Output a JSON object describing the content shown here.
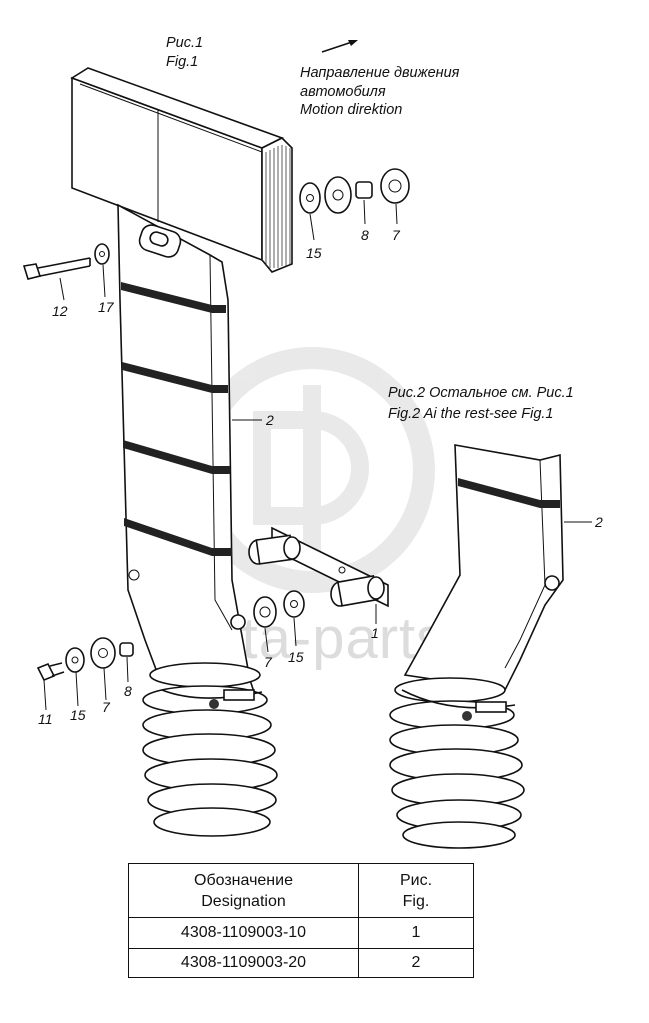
{
  "fig1": {
    "title_ru": "Рис.1",
    "title_en": "Fig.1"
  },
  "motion": {
    "ru_line1": "Направление движения",
    "ru_line2": "автомобиля",
    "en": "Motion direktion"
  },
  "fig2": {
    "caption_ru": "Рис.2 Остальное см. Рис.1",
    "caption_en": "Fig.2 Ai the rest-see Fig.1"
  },
  "watermark": "data-parts",
  "callouts": {
    "c15_top": "15",
    "c8_top": "8",
    "c7_top": "7",
    "c12": "12",
    "c17": "17",
    "c2_fig1": "2",
    "c7_mid": "7",
    "c15_mid": "15",
    "c1": "1",
    "c11": "11",
    "c15_bot": "15",
    "c7_bot": "7",
    "c8_bot": "8",
    "c2_fig2": "2"
  },
  "table": {
    "header": {
      "designation_ru": "Обозначение",
      "designation_en": "Designation",
      "fig_ru": "Рис.",
      "fig_en": "Fig."
    },
    "rows": [
      {
        "designation": "4308-1109003-10",
        "fig": "1"
      },
      {
        "designation": "4308-1109003-20",
        "fig": "2"
      }
    ]
  }
}
